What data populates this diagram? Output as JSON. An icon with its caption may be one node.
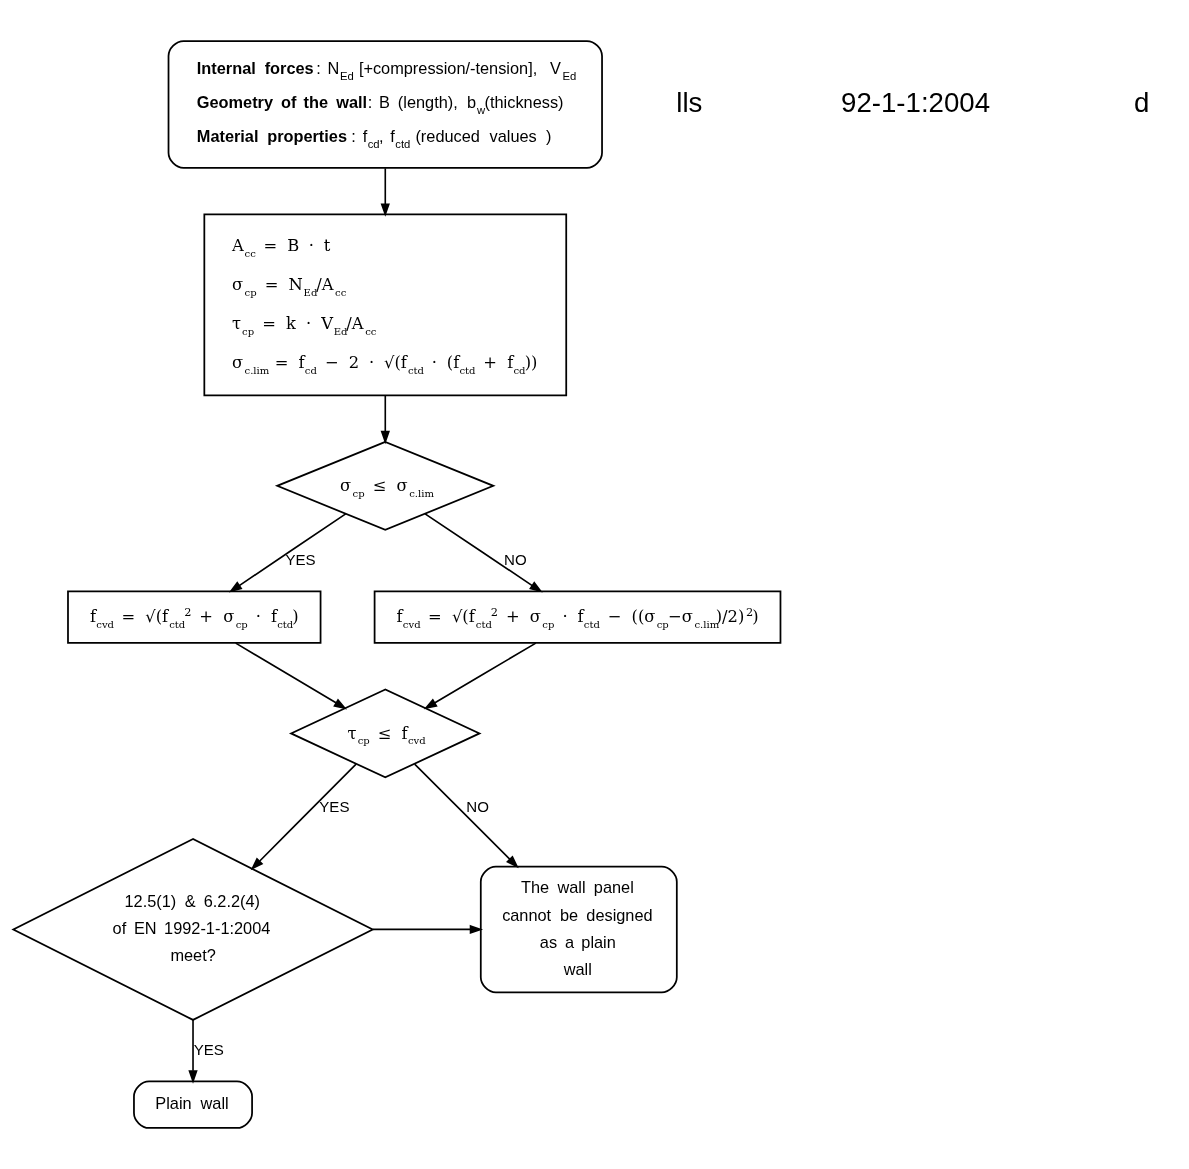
{
  "diagram": {
    "nodes": [
      {
        "text": [
          "**Internal forces**: N$_{Ed}$ [+compression/-tension], V$_{Ed}$",
          "**Geometry of the wall**: B (length), b$_{w}$(thickness)",
          "**Material properties**: f$_{cd}$, f$_{ctd}$ (reduced values )"
        ]
      },
      {
        "text": [
          "A$_{cc}$ = B · t",
          "σ$_{cp}$ = N$_{Ed}$/A$_{cc}$",
          "τ$_{cp}$ = k · V$_{Ed}$/A$_{cc}$",
          "σ$_{c.lim}$ = f$_{cd}$ − 2 · √(f$_{ctd}$ · (f$_{ctd}$ + f$_{cd}$))"
        ]
      },
      {
        "text": [
          "σ$_{cp}$ ≤ σ$_{c.lim}$"
        ]
      },
      {
        "text": [
          "f$_{cvd}$ = √(f$_{ctd}$$^{2}$ + σ$_{cp}$ · f$_{ctd}$)"
        ]
      },
      {
        "text": [
          "f$_{cvd}$ = √(f$_{ctd}$$^{2}$ + σ$_{cp}$ · f$_{ctd}$ − ((σ$_{cp}$−σ$_{c.lim}$)/2)$^{2}$)"
        ]
      },
      {
        "text": [
          "τ$_{cp}$ ≤ f$_{cvd}$"
        ]
      },
      {
        "text": [
          "12.5(1) & 6.2.2(4) of EN 1992-1-1:2004 meet?"
        ]
      },
      {
        "text": [
          "The wall panel cannot be designed as a plain wall"
        ]
      },
      {
        "text": [
          "Plain wall"
        ]
      }
    ],
    "edges": [
      {
        "from": 0,
        "to": 1,
        "arrow": "to"
      },
      {
        "from": 1,
        "to": 2,
        "arrow": "to"
      },
      {
        "from": 2,
        "to": 3,
        "arrow": "to",
        "label": "YES"
      },
      {
        "from": 2,
        "to": 4,
        "arrow": "to",
        "label": "NO"
      },
      {
        "from": 3,
        "to": 5,
        "arrow": "to"
      },
      {
        "from": 4,
        "to": 5,
        "arrow": "to"
      },
      {
        "from": 5,
        "to": 6,
        "arrow": "to",
        "label": "YES"
      },
      {
        "from": 5,
        "to": 7,
        "arrow": "to",
        "label": "NO"
      },
      {
        "from": 6,
        "to": 8,
        "arrow": "to",
        "label": "YES"
      },
      {
        "from": 6,
        "to": 7,
        "arrow": "to"
      }
    ],
    "labels": [
      "lls",
      "92-1-1:2004",
      "d"
    ]
  }
}
